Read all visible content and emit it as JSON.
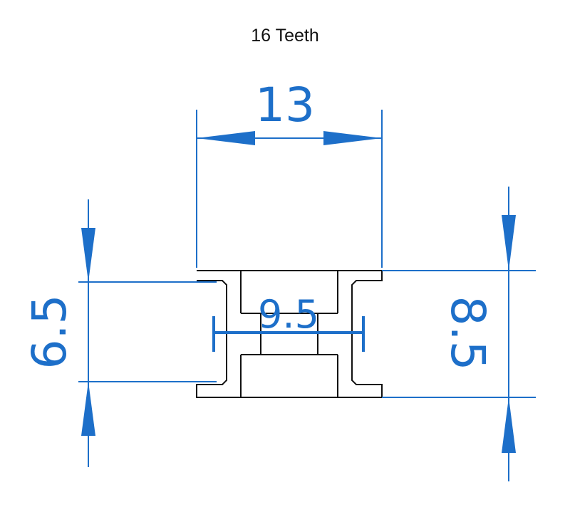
{
  "title": "16 Teeth",
  "colors": {
    "dimension": "#1d6fc9",
    "outline": "#111111",
    "background": "#ffffff"
  },
  "dimensions": {
    "overall_width": "13",
    "bore": "9.5",
    "belt_width": "6.5",
    "outer_width": "8.5"
  }
}
